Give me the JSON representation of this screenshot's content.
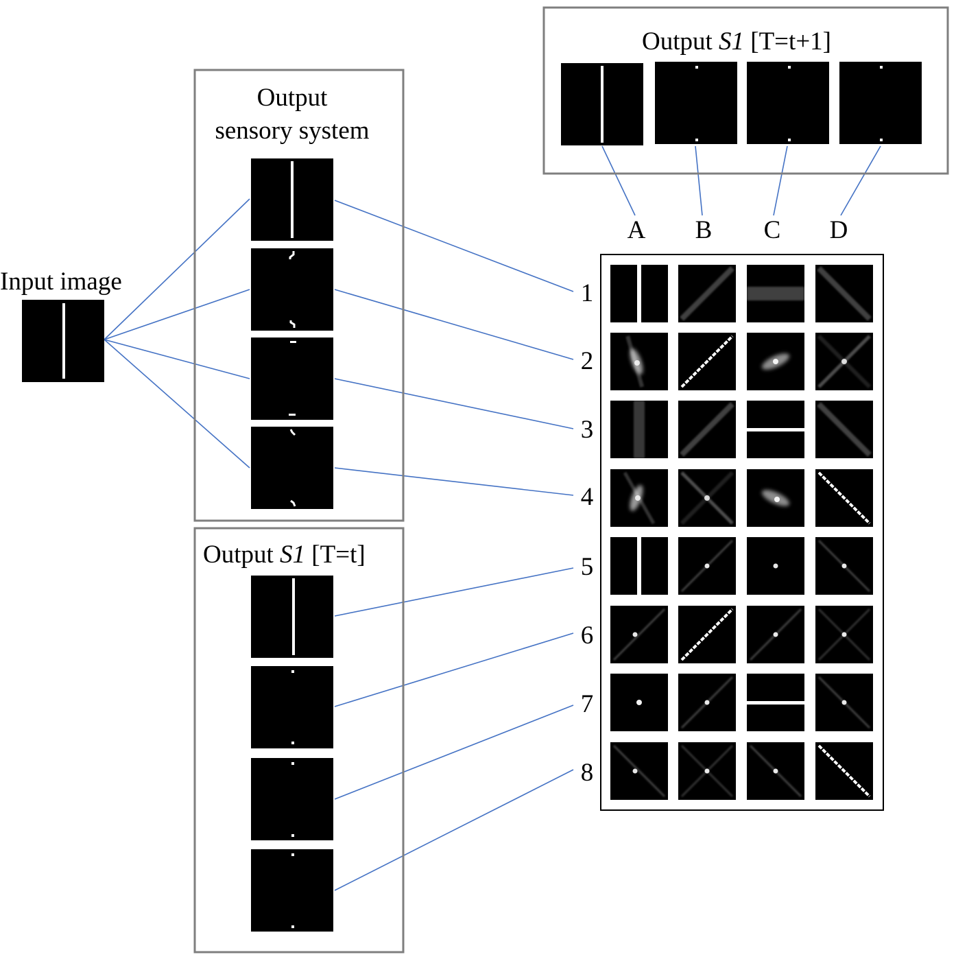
{
  "input": {
    "label": "Input image"
  },
  "sensory": {
    "title_line1": "Output",
    "title_line2": "sensory system"
  },
  "s1_t": {
    "prefix": "Output ",
    "italic": "S1",
    "suffix": " [T=t]"
  },
  "s1_t1": {
    "prefix": "Output ",
    "italic": "S1",
    "suffix": " [T=t+1]"
  },
  "grid": {
    "columns": [
      "A",
      "B",
      "C",
      "D"
    ],
    "rows": [
      "1",
      "2",
      "3",
      "4",
      "5",
      "6",
      "7",
      "8"
    ]
  },
  "colors": {
    "connector": "#4472c4",
    "frame": "#7f7f7f",
    "tile": "#000000"
  }
}
